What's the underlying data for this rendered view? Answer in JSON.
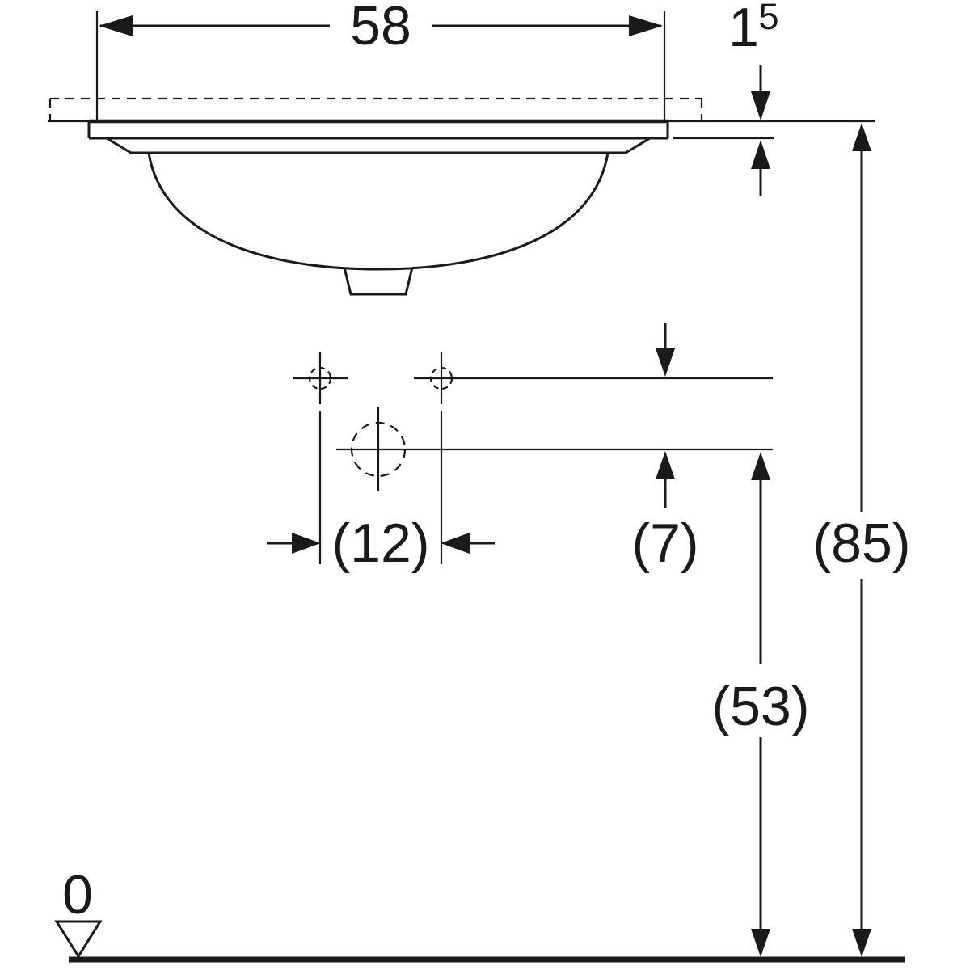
{
  "page": {
    "background": "#ffffff",
    "line_color": "#1a1a1a"
  },
  "labels": {
    "basin_width": "58",
    "countertop_thickness_base": "1",
    "countertop_thickness_sup": "5",
    "tap_hole_spacing": "(12)",
    "tap_to_drain_offset": "(7)",
    "rim_height": "(85)",
    "drain_height": "(53)",
    "floor_datum": "0"
  }
}
